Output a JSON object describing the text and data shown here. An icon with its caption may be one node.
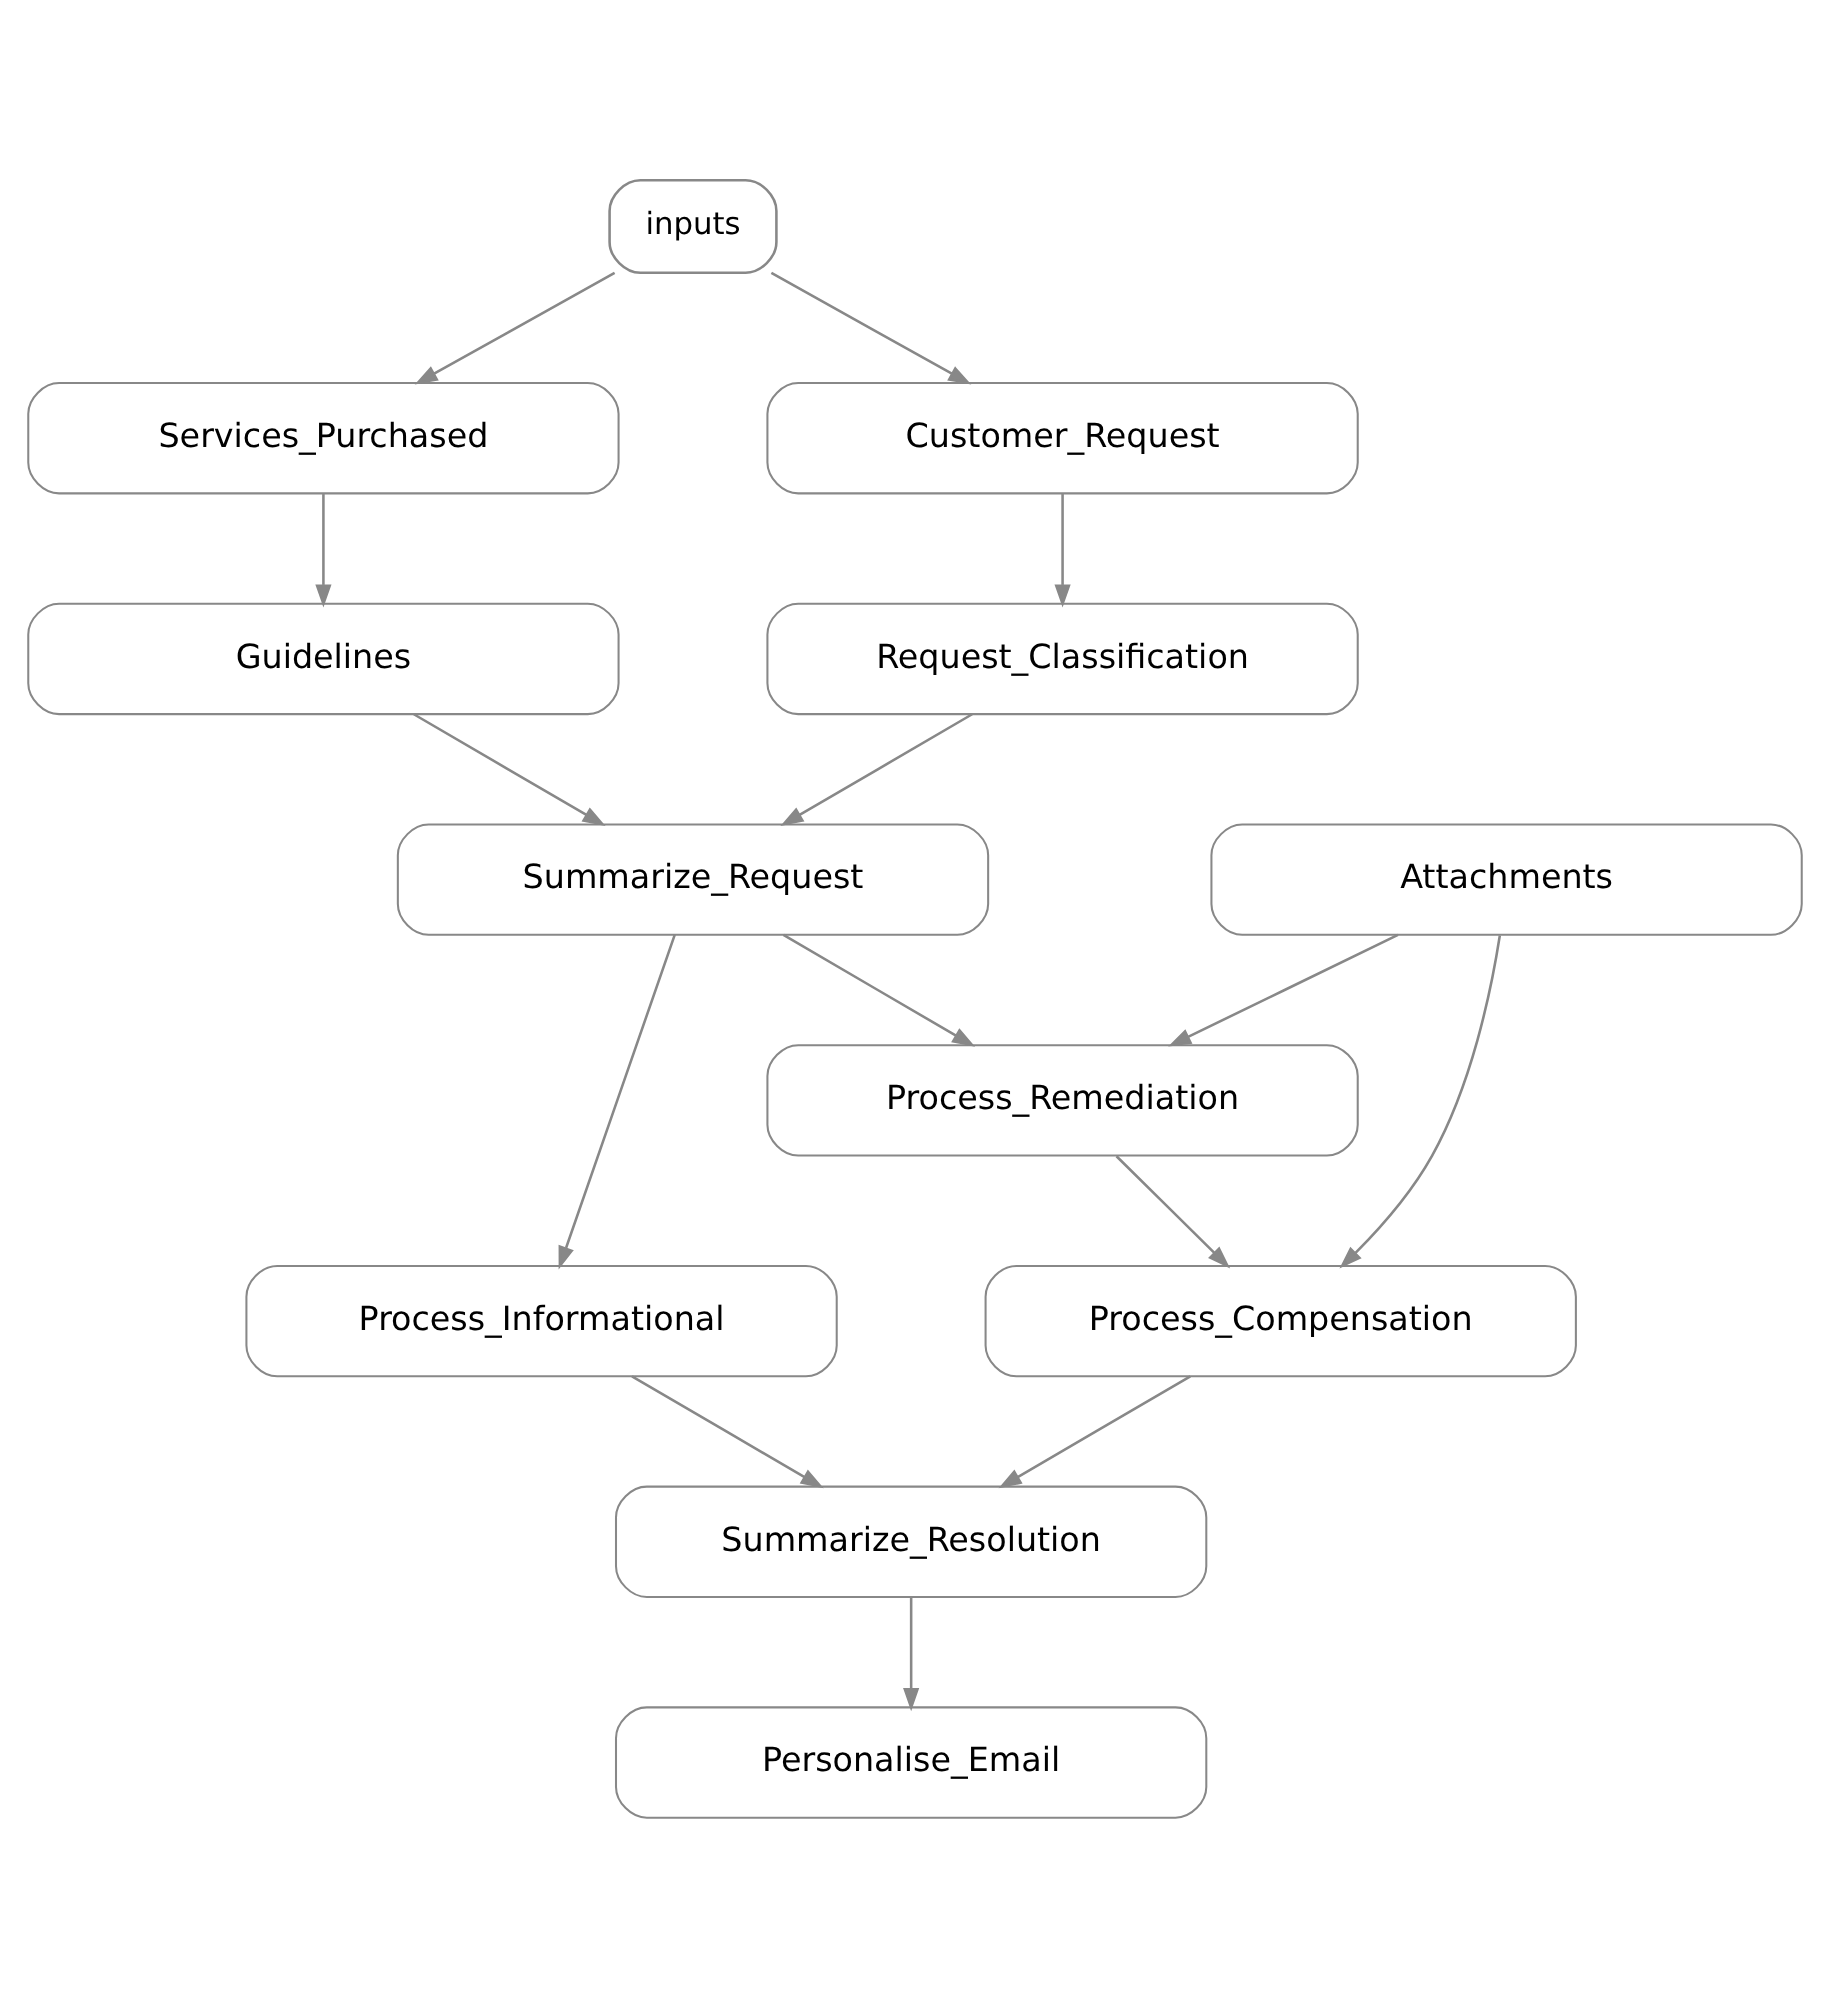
{
  "diagram": {
    "nodes": [
      {
        "text": [
          "inputs"
        ]
      },
      {
        "text": [
          "Services_Purchased"
        ]
      },
      {
        "text": [
          "Customer_Request"
        ]
      },
      {
        "text": [
          "Guidelines"
        ]
      },
      {
        "text": [
          "Request_Classification"
        ]
      },
      {
        "text": [
          "Summarize_Request"
        ]
      },
      {
        "text": [
          "Attachments"
        ]
      },
      {
        "text": [
          "Process_Informational"
        ]
      },
      {
        "text": [
          "Process_Remediation"
        ]
      },
      {
        "text": [
          "Process_Compensation"
        ]
      },
      {
        "text": [
          "Summarize_Resolution"
        ]
      },
      {
        "text": [
          "Personalise_Email"
        ]
      }
    ],
    "edges": [
      {
        "from": 0,
        "to": 1,
        "arrow": "to"
      },
      {
        "from": 0,
        "to": 2,
        "arrow": "to"
      },
      {
        "from": 1,
        "to": 3,
        "arrow": "to"
      },
      {
        "from": 2,
        "to": 4,
        "arrow": "to"
      },
      {
        "from": 3,
        "to": 5,
        "arrow": "to"
      },
      {
        "from": 4,
        "to": 5,
        "arrow": "to"
      },
      {
        "from": 5,
        "to": 7,
        "arrow": "to"
      },
      {
        "from": 5,
        "to": 8,
        "arrow": "to"
      },
      {
        "from": 6,
        "to": 8,
        "arrow": "to"
      },
      {
        "from": 8,
        "to": 9,
        "arrow": "to"
      },
      {
        "from": 6,
        "to": 9,
        "arrow": "to"
      },
      {
        "from": 7,
        "to": 10,
        "arrow": "to"
      },
      {
        "from": 9,
        "to": 10,
        "arrow": "to"
      },
      {
        "from": 10,
        "to": 11,
        "arrow": "to"
      }
    ]
  }
}
